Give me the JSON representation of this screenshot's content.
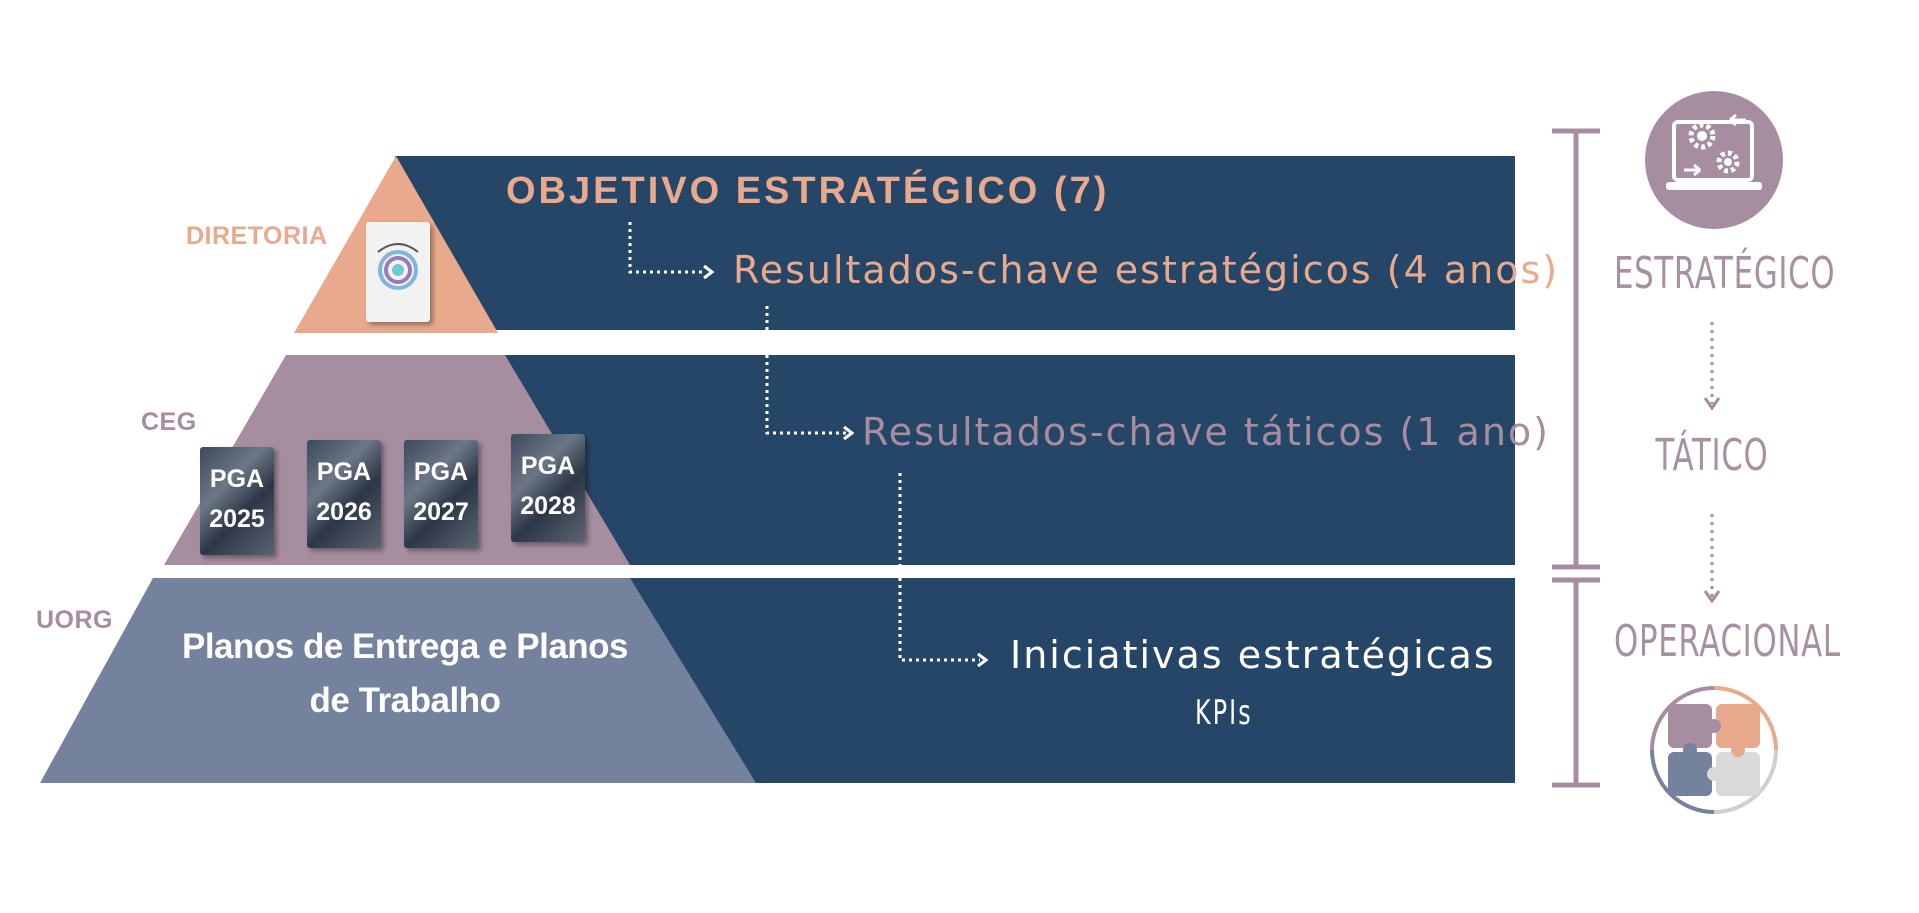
{
  "levels": {
    "diretoria": "DIRETORIA",
    "ceg": "CEG",
    "uorg": "UORG"
  },
  "bands": {
    "objetivo": "OBJETIVO ESTRATÉGICO (7)",
    "rc_estrategicos": "Resultados-chave estratégicos (4 anos)",
    "rc_taticos": "Resultados-chave táticos (1 ano)",
    "iniciativas": "Iniciativas estratégicas",
    "kpis": "KPIs"
  },
  "pyramid": {
    "base_text": "Planos de Entrega e Planos de Trabalho"
  },
  "books": [
    {
      "title": "PGA",
      "year": "2025"
    },
    {
      "title": "PGA",
      "year": "2026"
    },
    {
      "title": "PGA",
      "year": "2027"
    },
    {
      "title": "PGA",
      "year": "2028"
    }
  ],
  "side": {
    "estrategico": "ESTRATÉGICO",
    "tatico": "TÁTICO",
    "operacional": "OPERACIONAL"
  },
  "icons": [
    "strategy-gears-icon",
    "puzzle-cycle-icon",
    "plan-book-cover-icon"
  ],
  "colors": {
    "navy": "#264667",
    "peach": "#e8a98c",
    "mauve": "#a68d9f",
    "slate": "#74829e",
    "side_text": "#a690a1"
  }
}
